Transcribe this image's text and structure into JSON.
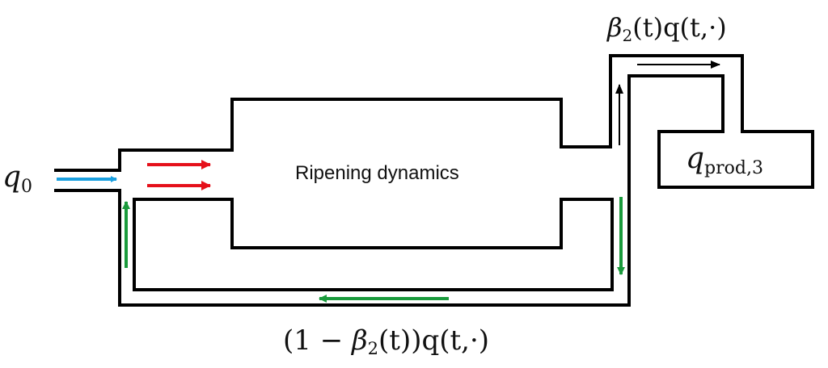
{
  "labels": {
    "inlet_symbol": "q",
    "inlet_subscript": "0",
    "center_text": "Ripening dynamics",
    "top_beta": "β",
    "top_beta_sub": "2",
    "top_rest": "(t)q(t,·)",
    "prod_symbol": "q",
    "prod_subscript": "prod,3",
    "bottom_left": "(1 − ",
    "bottom_beta": "β",
    "bottom_beta_sub": "2",
    "bottom_rest": "(t))q(t,·)"
  },
  "colors": {
    "pipe": "#000000",
    "inlet_arrow": "#1aa0e0",
    "feed_arrows": "#e5101a",
    "recycle_arrows": "#1a9a3c",
    "top_arrows": "#000000"
  }
}
